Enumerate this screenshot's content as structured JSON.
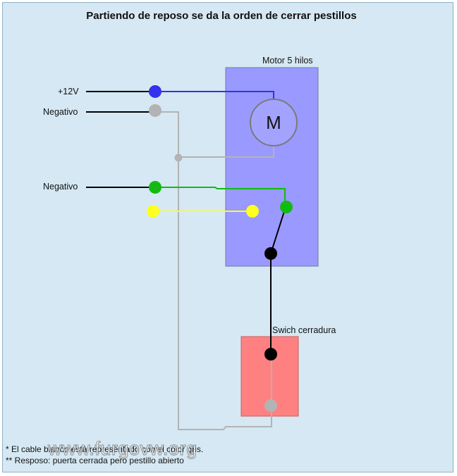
{
  "title": "Partiendo de reposo se da la orden de cerrar pestillos",
  "labels": {
    "motor": "Motor 5 hilos",
    "motor_symbol": "M",
    "plus12v": "+12V",
    "negativo_gris": "Negativo",
    "negativo_verde": "Negativo",
    "switch": "Swich cerradura"
  },
  "notes": {
    "line1": "* El cable blanco está representado con el color gris.",
    "line2": "** Resposo: puerta cerrada pero pestillo abierto"
  },
  "watermark": "www.furgovw.org",
  "colors": {
    "frame_bg": "#d5e8f3",
    "motor_box": "#9999ff",
    "switch_box": "#ff8080",
    "wire_blue": "#3333dd",
    "wire_gray": "#b3b3b3",
    "wire_green": "#11bb11",
    "wire_yellow": "#ffff22",
    "wire_black": "#000000"
  }
}
